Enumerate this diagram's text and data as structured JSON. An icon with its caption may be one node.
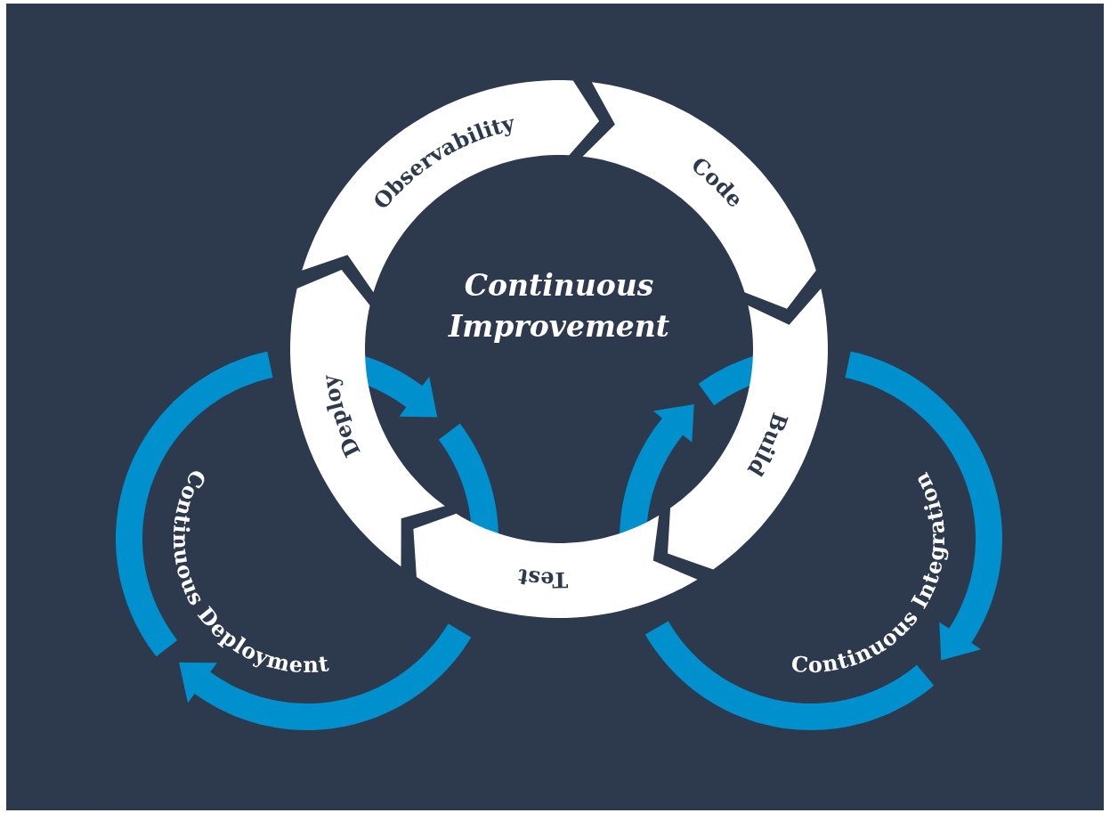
{
  "diagram": {
    "nodes": [
      {
        "text": [
          "Observability"
        ]
      },
      {
        "text": [
          "Code"
        ]
      },
      {
        "text": [
          "Build"
        ]
      },
      {
        "text": [
          "Test"
        ]
      },
      {
        "text": [
          "Deploy"
        ]
      }
    ],
    "labels": [
      "Continuous Improvement",
      "Continuous Deployment",
      "Continuous Integration"
    ]
  }
}
